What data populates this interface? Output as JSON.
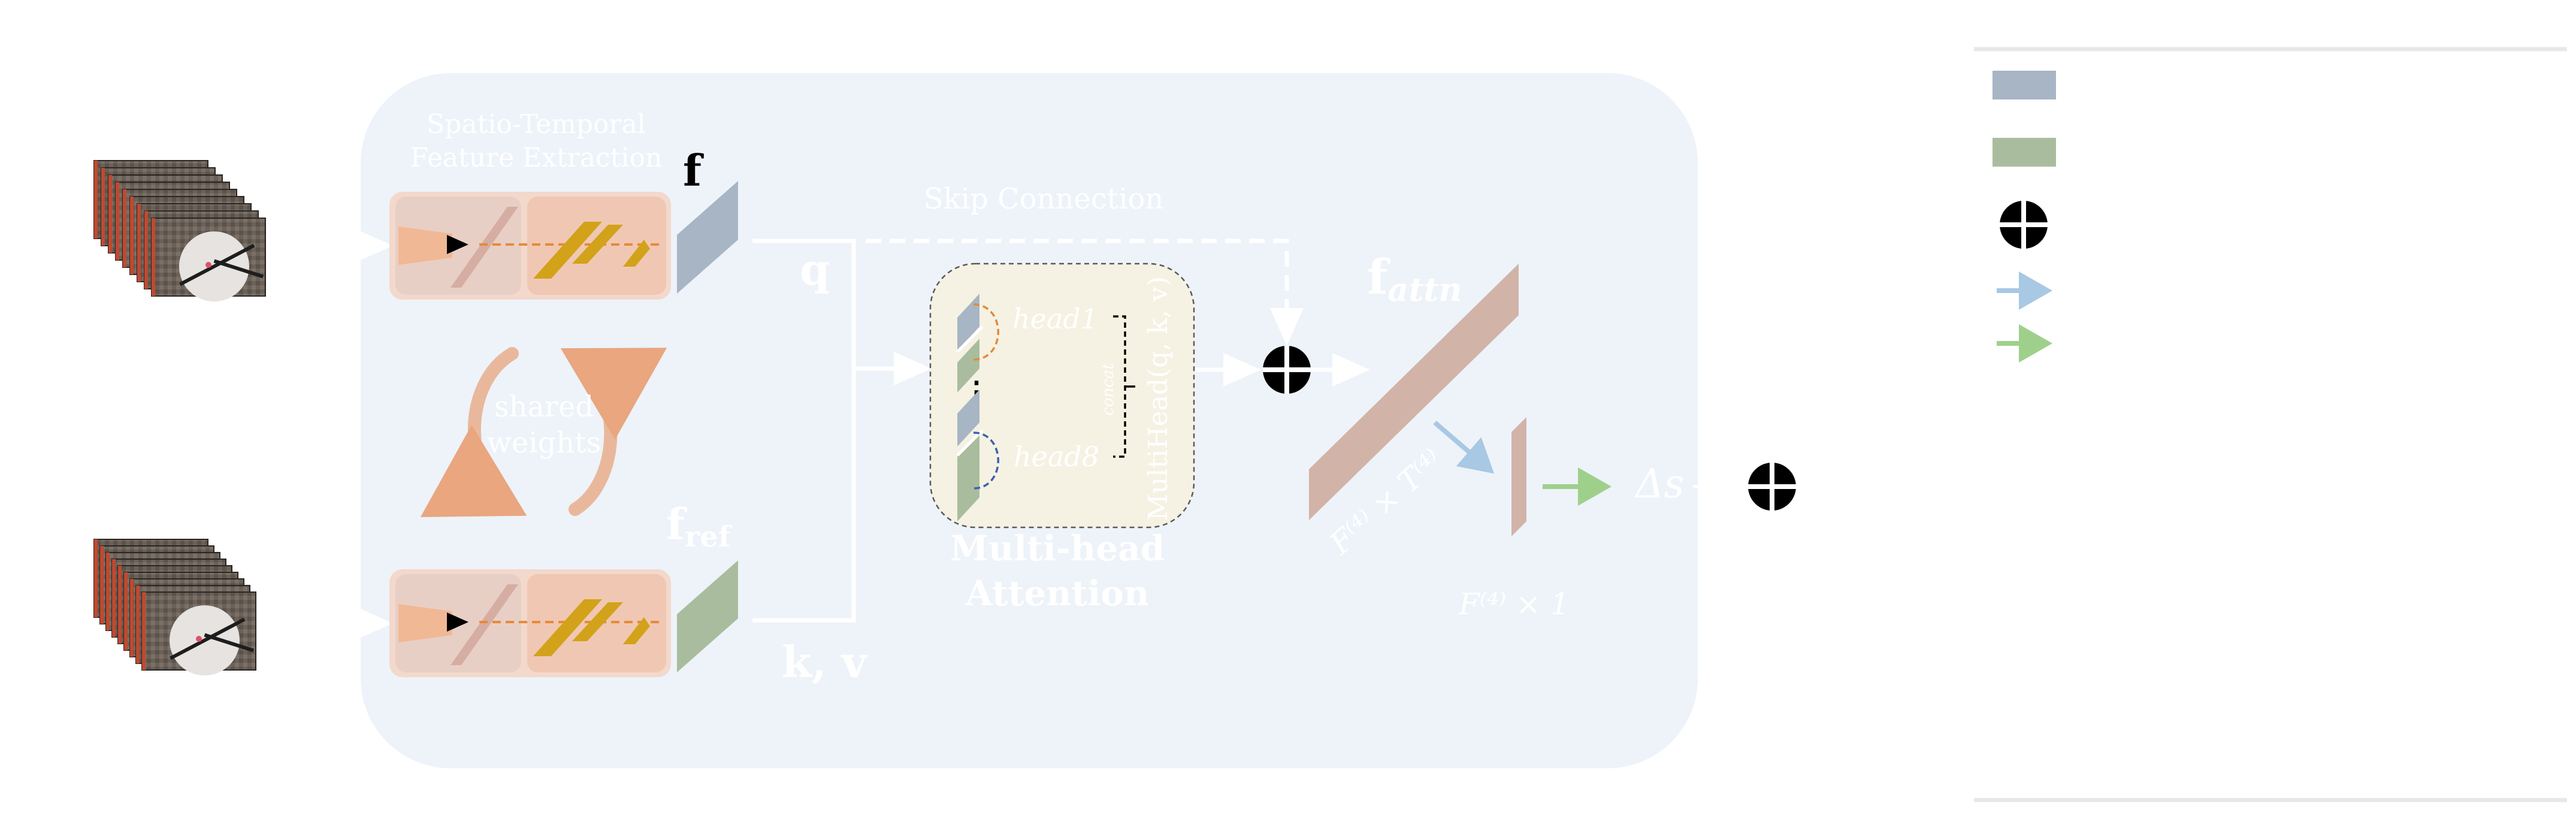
{
  "main_panel": {
    "feature_extraction_label": [
      "Spatio-Temporal",
      "Feature Extraction"
    ],
    "shared_weights_label": [
      "shared",
      "weights"
    ],
    "f_label": "f",
    "f_ref_label": "f",
    "f_ref_sub": "ref",
    "q_label": "q",
    "kv_label": "k, v",
    "skip_connection_label": "Skip Connection",
    "head1_label": "head1",
    "head8_label": "head8",
    "ellipsis": "⋮",
    "concat_label": "concat",
    "multihead_fn_label": "MultiHead(q, k, v)",
    "mha_title": [
      "Multi-head",
      "Attention"
    ],
    "f_attn_label": "f",
    "f_attn_sub": "attn",
    "attn_dim_label": "F⁽⁴⁾ × T⁽⁴⁾",
    "pooled_dim_label": "F⁽⁴⁾ × 1",
    "delta_s_label": "Δs"
  },
  "colors": {
    "panel_bg": "#edf3f9",
    "feature_f": "#a7b5c4",
    "feature_fref": "#a9bd9e",
    "attn_block": "#d2b3a8",
    "blue_arrow": "#a8c8e4",
    "green_arrow": "#9fd08b",
    "encoder_bg": "#f0d5c8",
    "conv_gold": "#d2a21a",
    "mha_bg": "#f5f2e3"
  },
  "legend": {
    "items": [
      {
        "icon": "blue-gray-rectangle-icon",
        "color": "#a7b5c4"
      },
      {
        "icon": "green-rectangle-icon",
        "color": "#a9bd9e"
      },
      {
        "icon": "circle-plus-icon",
        "color": "#000000"
      },
      {
        "icon": "blue-arrow-icon",
        "color": "#a8c8e4"
      },
      {
        "icon": "green-arrow-icon",
        "color": "#9fd08b"
      }
    ]
  }
}
